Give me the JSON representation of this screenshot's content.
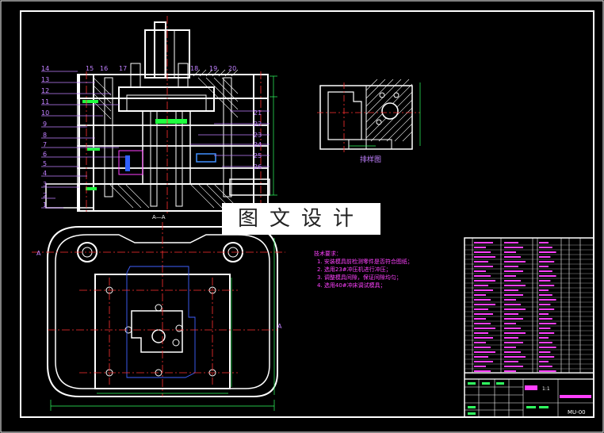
{
  "watermark": "图文设计",
  "section_label": "A—A",
  "view_label": "A",
  "strip_layout_title": "排样图",
  "tech_requirements": {
    "title": "技术要求：",
    "items": [
      "1. 安装模具前检测零件是否符合图纸；",
      "2. 选用23#冲压机进行冲压；",
      "3. 调整模具间隙，保证间隙均匀；",
      "4. 选用40#冲床调试模具；"
    ]
  },
  "part_numbers_left": [
    "14",
    "13",
    "12",
    "11",
    "10",
    "9",
    "8",
    "7",
    "6",
    "5",
    "4",
    "3",
    "2",
    "1"
  ],
  "part_numbers_top": [
    "15",
    "16",
    "17",
    "18",
    "19",
    "20"
  ],
  "part_numbers_right": [
    "21",
    "22",
    "23",
    "24",
    "25",
    "26"
  ],
  "title_block": {
    "scale": "1:1",
    "drawing_no": "MU-00"
  },
  "colors": {
    "background": "#000000",
    "outline": "#ffffff",
    "centerline": "#ff3030",
    "dimension": "#30ff60",
    "hatch": "#ff40ff",
    "hidden": "#4060ff",
    "leader": "#c080ff",
    "table_text": "#ff40ff"
  }
}
